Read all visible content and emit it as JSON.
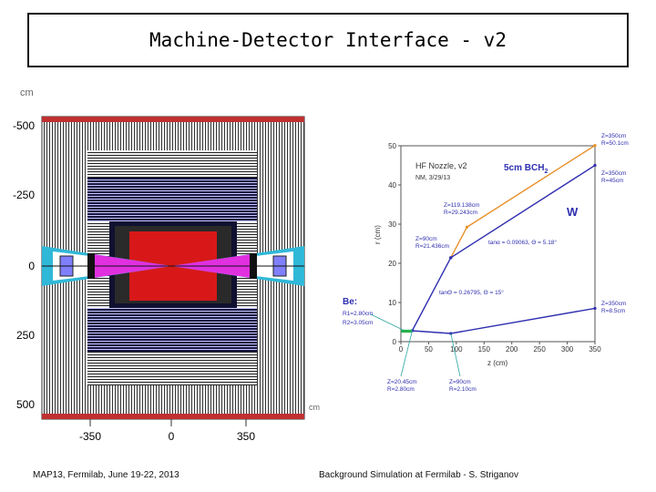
{
  "title": "Machine-Detector Interface - v2",
  "footer": {
    "left": "MAP13, Fermilab, June 19-22, 2013",
    "right": "Background Simulation at Fermilab - S. Striganov"
  },
  "detector_view": {
    "unit_top": "cm",
    "unit_right": "cm",
    "y_ticks": [
      "-500",
      "-250",
      "0",
      "250",
      "500"
    ],
    "x_ticks": [
      "-350",
      "0",
      "350"
    ]
  },
  "nozzle_plot": {
    "title_line1": "HF Nozzle, v2",
    "title_line2": "NM, 3/29/13",
    "material": "5cm BCH",
    "material_sub": "2",
    "material_w": "W",
    "be_label": "Be:",
    "be_r1": "R1=2.80cm",
    "be_r2": "R2=3.05cm",
    "ylabel": "r (cm)",
    "xlabel": "z (cm)",
    "x_ticks": [
      "0",
      "50",
      "100",
      "150",
      "200",
      "250",
      "300",
      "350"
    ],
    "y_ticks": [
      "0",
      "10",
      "20",
      "30",
      "40",
      "50"
    ],
    "annotations": {
      "z350_r50": [
        "Z=350cm",
        "R=50.1cm"
      ],
      "z350_r45": [
        "Z=350cm",
        "R=45cm"
      ],
      "z350_r8": [
        "Z=350cm",
        "R=8.5cm"
      ],
      "z119": [
        "Z=119.138cm",
        "R=29.243cm"
      ],
      "z90_r21": [
        "Z=90cm",
        "R=21.436cm"
      ],
      "tan1": "tanα = 0.09063, Θ = 5.18°",
      "tan2": "tanΘ = 0.26795, Θ = 15°",
      "z20": [
        "Z=20.45cm",
        "R=2.80cm"
      ],
      "z90_r2": [
        "Z=90cm",
        "R=2.10cm"
      ]
    },
    "colors": {
      "orange": "#e8902a",
      "blue": "#2f2fb0",
      "teal": "#2ba6a0",
      "green": "#27b04a"
    },
    "chart_data": {
      "type": "line",
      "xlabel": "z (cm)",
      "ylabel": "r (cm)",
      "xlim": [
        0,
        350
      ],
      "ylim": [
        0,
        50
      ],
      "series": [
        {
          "values": [
            [
              90,
              21.436
            ],
            [
              119.138,
              29.243
            ],
            [
              350,
              50.1
            ]
          ]
        },
        {
          "values": [
            [
              90,
              21.436
            ],
            [
              350,
              45
            ]
          ]
        },
        {
          "values": [
            [
              20.45,
              2.8
            ],
            [
              90,
              21.436
            ]
          ]
        },
        {
          "values": [
            [
              20.45,
              2.8
            ],
            [
              90,
              2.1
            ],
            [
              350,
              8.5
            ]
          ]
        }
      ]
    }
  }
}
